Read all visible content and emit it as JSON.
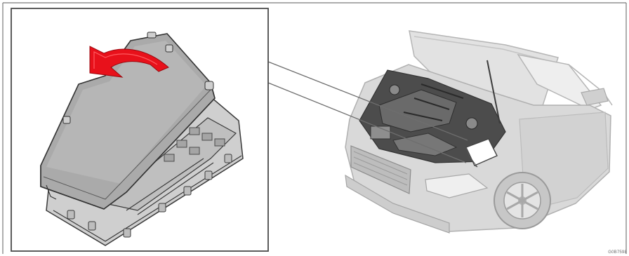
{
  "figure": {
    "code": "G0B7598",
    "arrow_color": "#e8111b",
    "line_color": "#6e6e6e",
    "cover_fill": "#a8a8a8",
    "car_fill": "#d8d8d8",
    "engine_fill": "#555555",
    "icons": [
      "fuse-box-cover",
      "lift-arrow",
      "car-front-hood-open"
    ]
  }
}
